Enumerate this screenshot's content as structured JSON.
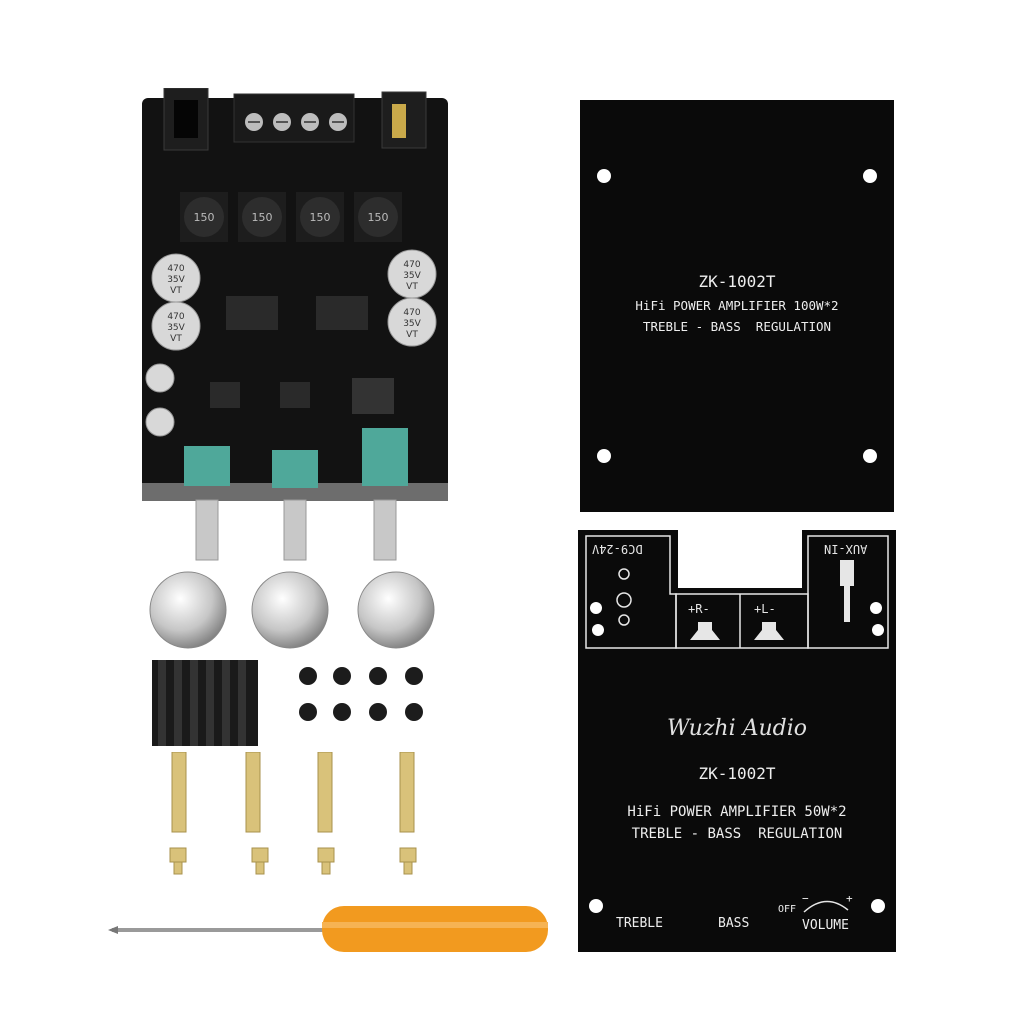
{
  "top_panel": {
    "model": "ZK-1002T",
    "line1": "HiFi POWER AMPLIFIER 100W*2",
    "line2": "TREBLE - BASS  REGULATION"
  },
  "bottom_panel": {
    "power_label": "DC9-24V",
    "aux_label": "AUX-IN",
    "right_channel": "+R-",
    "left_channel": "+L-",
    "brand": "Wuzhi Audio",
    "model": "ZK-1002T",
    "line1": "HiFi POWER AMPLIFIER 50W*2",
    "line2": "TREBLE - BASS  REGULATION",
    "treble": "TREBLE",
    "bass": "BASS",
    "volume": "VOLUME",
    "off": "OFF",
    "minus": "−",
    "plus": "+"
  },
  "board": {
    "inductor_marks": [
      "150",
      "150",
      "150",
      "150"
    ],
    "capacitor_left_1": [
      "470",
      "35V",
      "VT"
    ],
    "capacitor_left_2": [
      "470",
      "35V",
      "VT"
    ],
    "capacitor_right_1": [
      "470",
      "35V",
      "VT"
    ],
    "capacitor_right_2": [
      "470",
      "35V",
      "VT"
    ]
  },
  "colors": {
    "panel": "#0a0a0a",
    "pcb": "#111111",
    "pot": "#4fa89a",
    "brass": "#d9c27a",
    "handle": "#f29a1f",
    "silver": "#c8c8c8"
  }
}
